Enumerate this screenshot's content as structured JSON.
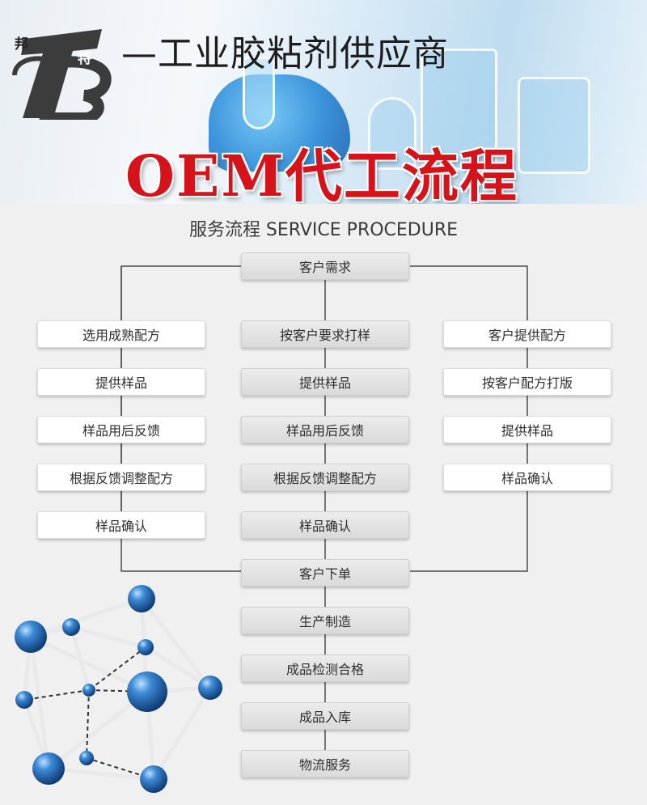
{
  "banner": {
    "logo_chars": [
      "邦",
      "特"
    ],
    "tagline": "—工业胶粘剂供应商",
    "title": "OEM代工流程"
  },
  "flow": {
    "section_title": "服务流程 SERVICE PROCEDURE",
    "top": "客户需求",
    "left_column": [
      "选用成熟配方",
      "提供样品",
      "样品用后反馈",
      "根据反馈调整配方",
      "样品确认"
    ],
    "center_column": [
      "按客户要求打样",
      "提供样品",
      "样品用后反馈",
      "根据反馈调整配方",
      "样品确认"
    ],
    "right_column": [
      "客户提供配方",
      "按客户配方打版",
      "提供样品",
      "样品确认"
    ],
    "bottom_chain": [
      "客户下单",
      "生产制造",
      "成品检测合格",
      "成品入库",
      "物流服务"
    ]
  },
  "colors": {
    "title_red": "#d4141a",
    "line": "#4a4a4a",
    "node_white": "#ffffff",
    "node_grey": "#e2e2e2",
    "molecule_blue": "#2a6fb8"
  },
  "icons": {
    "molecule": "molecule-model-icon"
  }
}
